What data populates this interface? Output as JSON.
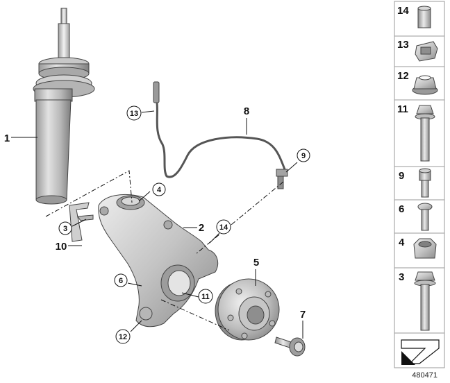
{
  "diagram": {
    "callouts": {
      "c1": "1",
      "c2": "2",
      "c3": "3",
      "c4": "4",
      "c5": "5",
      "c6": "6",
      "c7": "7",
      "c8": "8",
      "c9": "9",
      "c10": "10",
      "c11": "11",
      "c12": "12",
      "c13": "13",
      "c14": "14"
    },
    "sidebar": [
      {
        "num": "14",
        "part": "bushing"
      },
      {
        "num": "13",
        "part": "clip"
      },
      {
        "num": "12",
        "part": "collar-nut"
      },
      {
        "num": "11",
        "part": "hex-bolt"
      },
      {
        "num": "9",
        "part": "socket-screw"
      },
      {
        "num": "6",
        "part": "torx-screw"
      },
      {
        "num": "4",
        "part": "hex-nut"
      },
      {
        "num": "3",
        "part": "long-bolt"
      }
    ],
    "reference_number": "480471",
    "colors": {
      "part_light": "#e6e6e6",
      "part_mid": "#c2c2c2",
      "part_dark": "#8a8a8a",
      "outline": "#444444",
      "sidebar_border": "#9a9a9a"
    }
  }
}
